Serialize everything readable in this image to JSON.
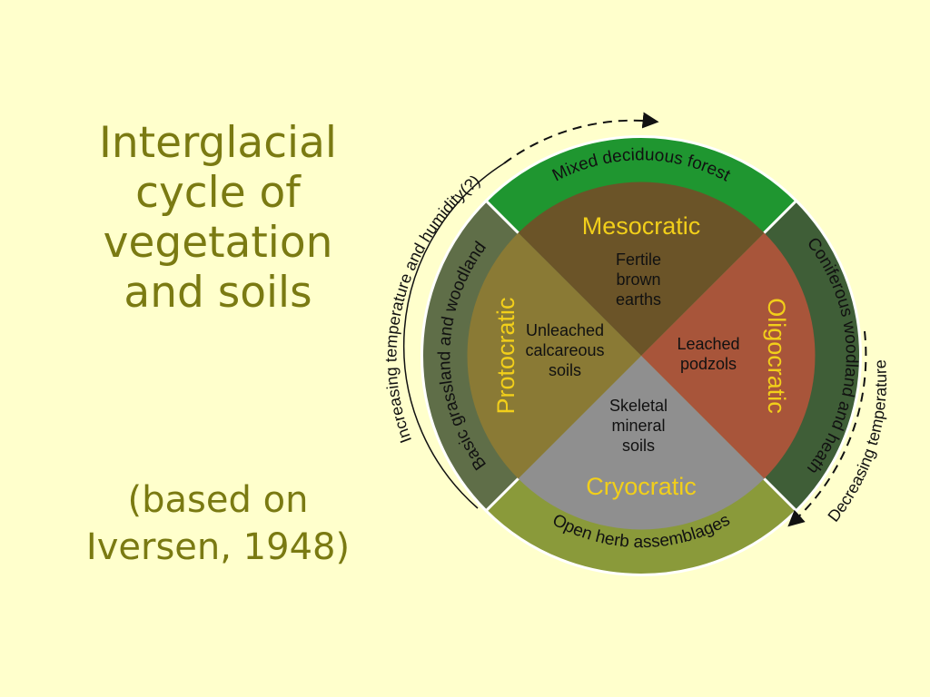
{
  "slide": {
    "title_lines": [
      "Interglacial",
      "cycle of",
      "vegetation",
      "and soils"
    ],
    "subtitle_lines": [
      "(based on",
      "Iversen, 1948)"
    ]
  },
  "diagram": {
    "sectors": {
      "top": {
        "label": "Mesocratic",
        "soil": [
          "Fertile",
          "brown",
          "earths"
        ],
        "color": "#6b5428"
      },
      "right": {
        "label": "Oligocratic",
        "soil": [
          "Leached",
          "podzols"
        ],
        "color": "#a8553a"
      },
      "bottom": {
        "label": "Cryocratic",
        "soil": [
          "Skeletal",
          "mineral",
          "soils"
        ],
        "color": "#8f8f8f"
      },
      "left": {
        "label": "Protocratic",
        "soil": [
          "Unleached",
          "calcareous",
          "soils"
        ],
        "color": "#8a7a35"
      }
    },
    "ring": {
      "top": {
        "label": "Mixed deciduous forest",
        "color": "#1f9630"
      },
      "right": {
        "label": "Coniferous woodland and heath",
        "color": "#3f5e37"
      },
      "bottom": {
        "label": "Open herb assemblages",
        "color": "#8a9a3a"
      },
      "left": {
        "label": "Basic grassland and woodland",
        "color": "#5f6e48"
      }
    },
    "outer": {
      "left_arrow_label": "Increasing temperature and humidity(?)",
      "right_arrow_label": "Decreasing temperature"
    },
    "colors": {
      "sector_text": "#f2cf1a",
      "ring_border": "#ffffff"
    }
  }
}
